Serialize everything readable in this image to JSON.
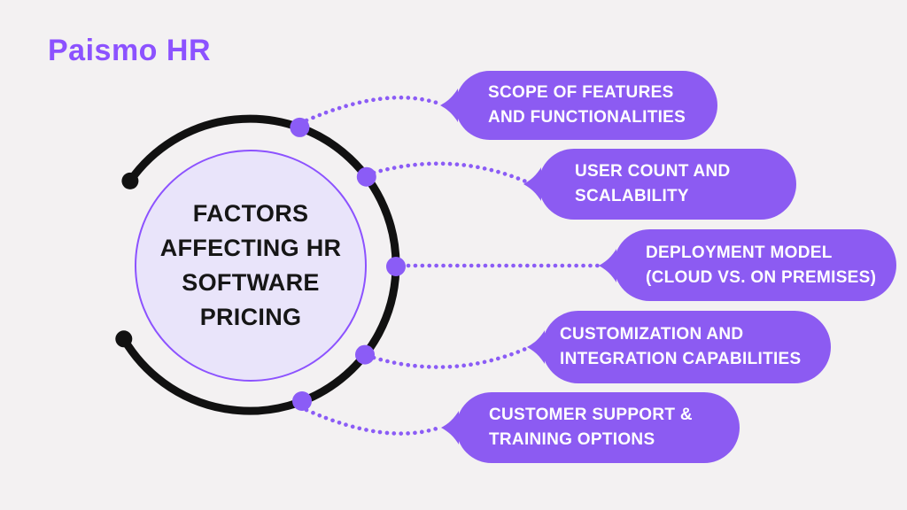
{
  "brand": {
    "name": "Paismo HR"
  },
  "center": {
    "title_lines": [
      "FACTORS",
      "AFFECTING HR",
      "SOFTWARE",
      "PRICING"
    ]
  },
  "factors": [
    {
      "id": "scope-of-features",
      "lines": [
        "SCOPE OF FEATURES",
        "AND FUNCTIONALITIES"
      ]
    },
    {
      "id": "user-count",
      "lines": [
        "USER COUNT AND",
        "SCALABILITY"
      ]
    },
    {
      "id": "deployment-model",
      "lines": [
        "DEPLOYMENT MODEL",
        "(CLOUD VS. ON PREMISES)"
      ]
    },
    {
      "id": "customization",
      "lines": [
        "CUSTOMIZATION AND",
        "INTEGRATION CAPABILITIES"
      ]
    },
    {
      "id": "customer-support",
      "lines": [
        "CUSTOMER SUPPORT &",
        "TRAINING OPTIONS"
      ]
    }
  ],
  "colors": {
    "background": "#F3F1F2",
    "accent": "#8C52FF",
    "bubble": "#8C5BF2",
    "dotted_line": "#8B5CF6",
    "circle_fill": "#E9E4FA",
    "arc": "#111111",
    "bubble_text": "#FFFFFF",
    "title_text": "#161616"
  }
}
